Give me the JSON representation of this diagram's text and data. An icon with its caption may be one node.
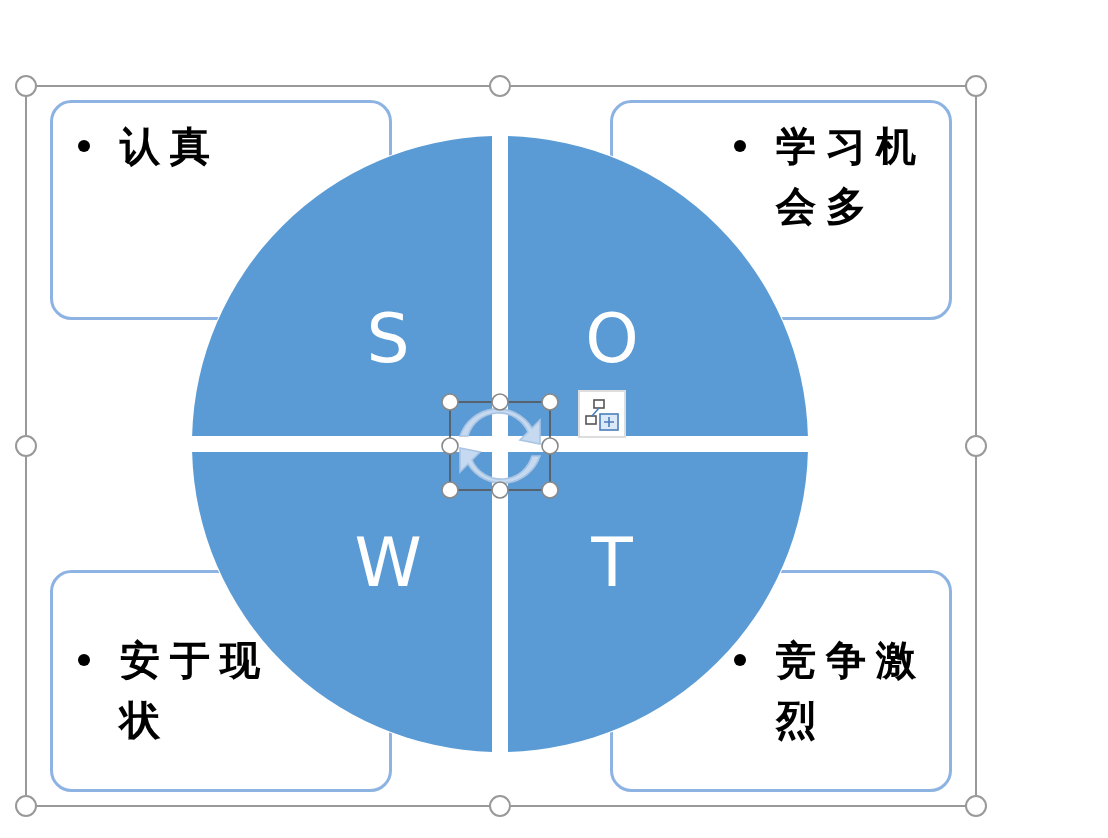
{
  "diagram": {
    "nodes": [
      {
        "text": [
          "认真"
        ]
      },
      {
        "text": [
          "学习机会多"
        ]
      },
      {
        "text": [
          "S"
        ]
      },
      {
        "text": [
          "O"
        ]
      },
      {
        "text": [
          "W"
        ]
      },
      {
        "text": [
          "T"
        ]
      },
      {
        "text": [
          "安于现状"
        ]
      },
      {
        "text": [
          "竞争激烈"
        ]
      }
    ]
  }
}
